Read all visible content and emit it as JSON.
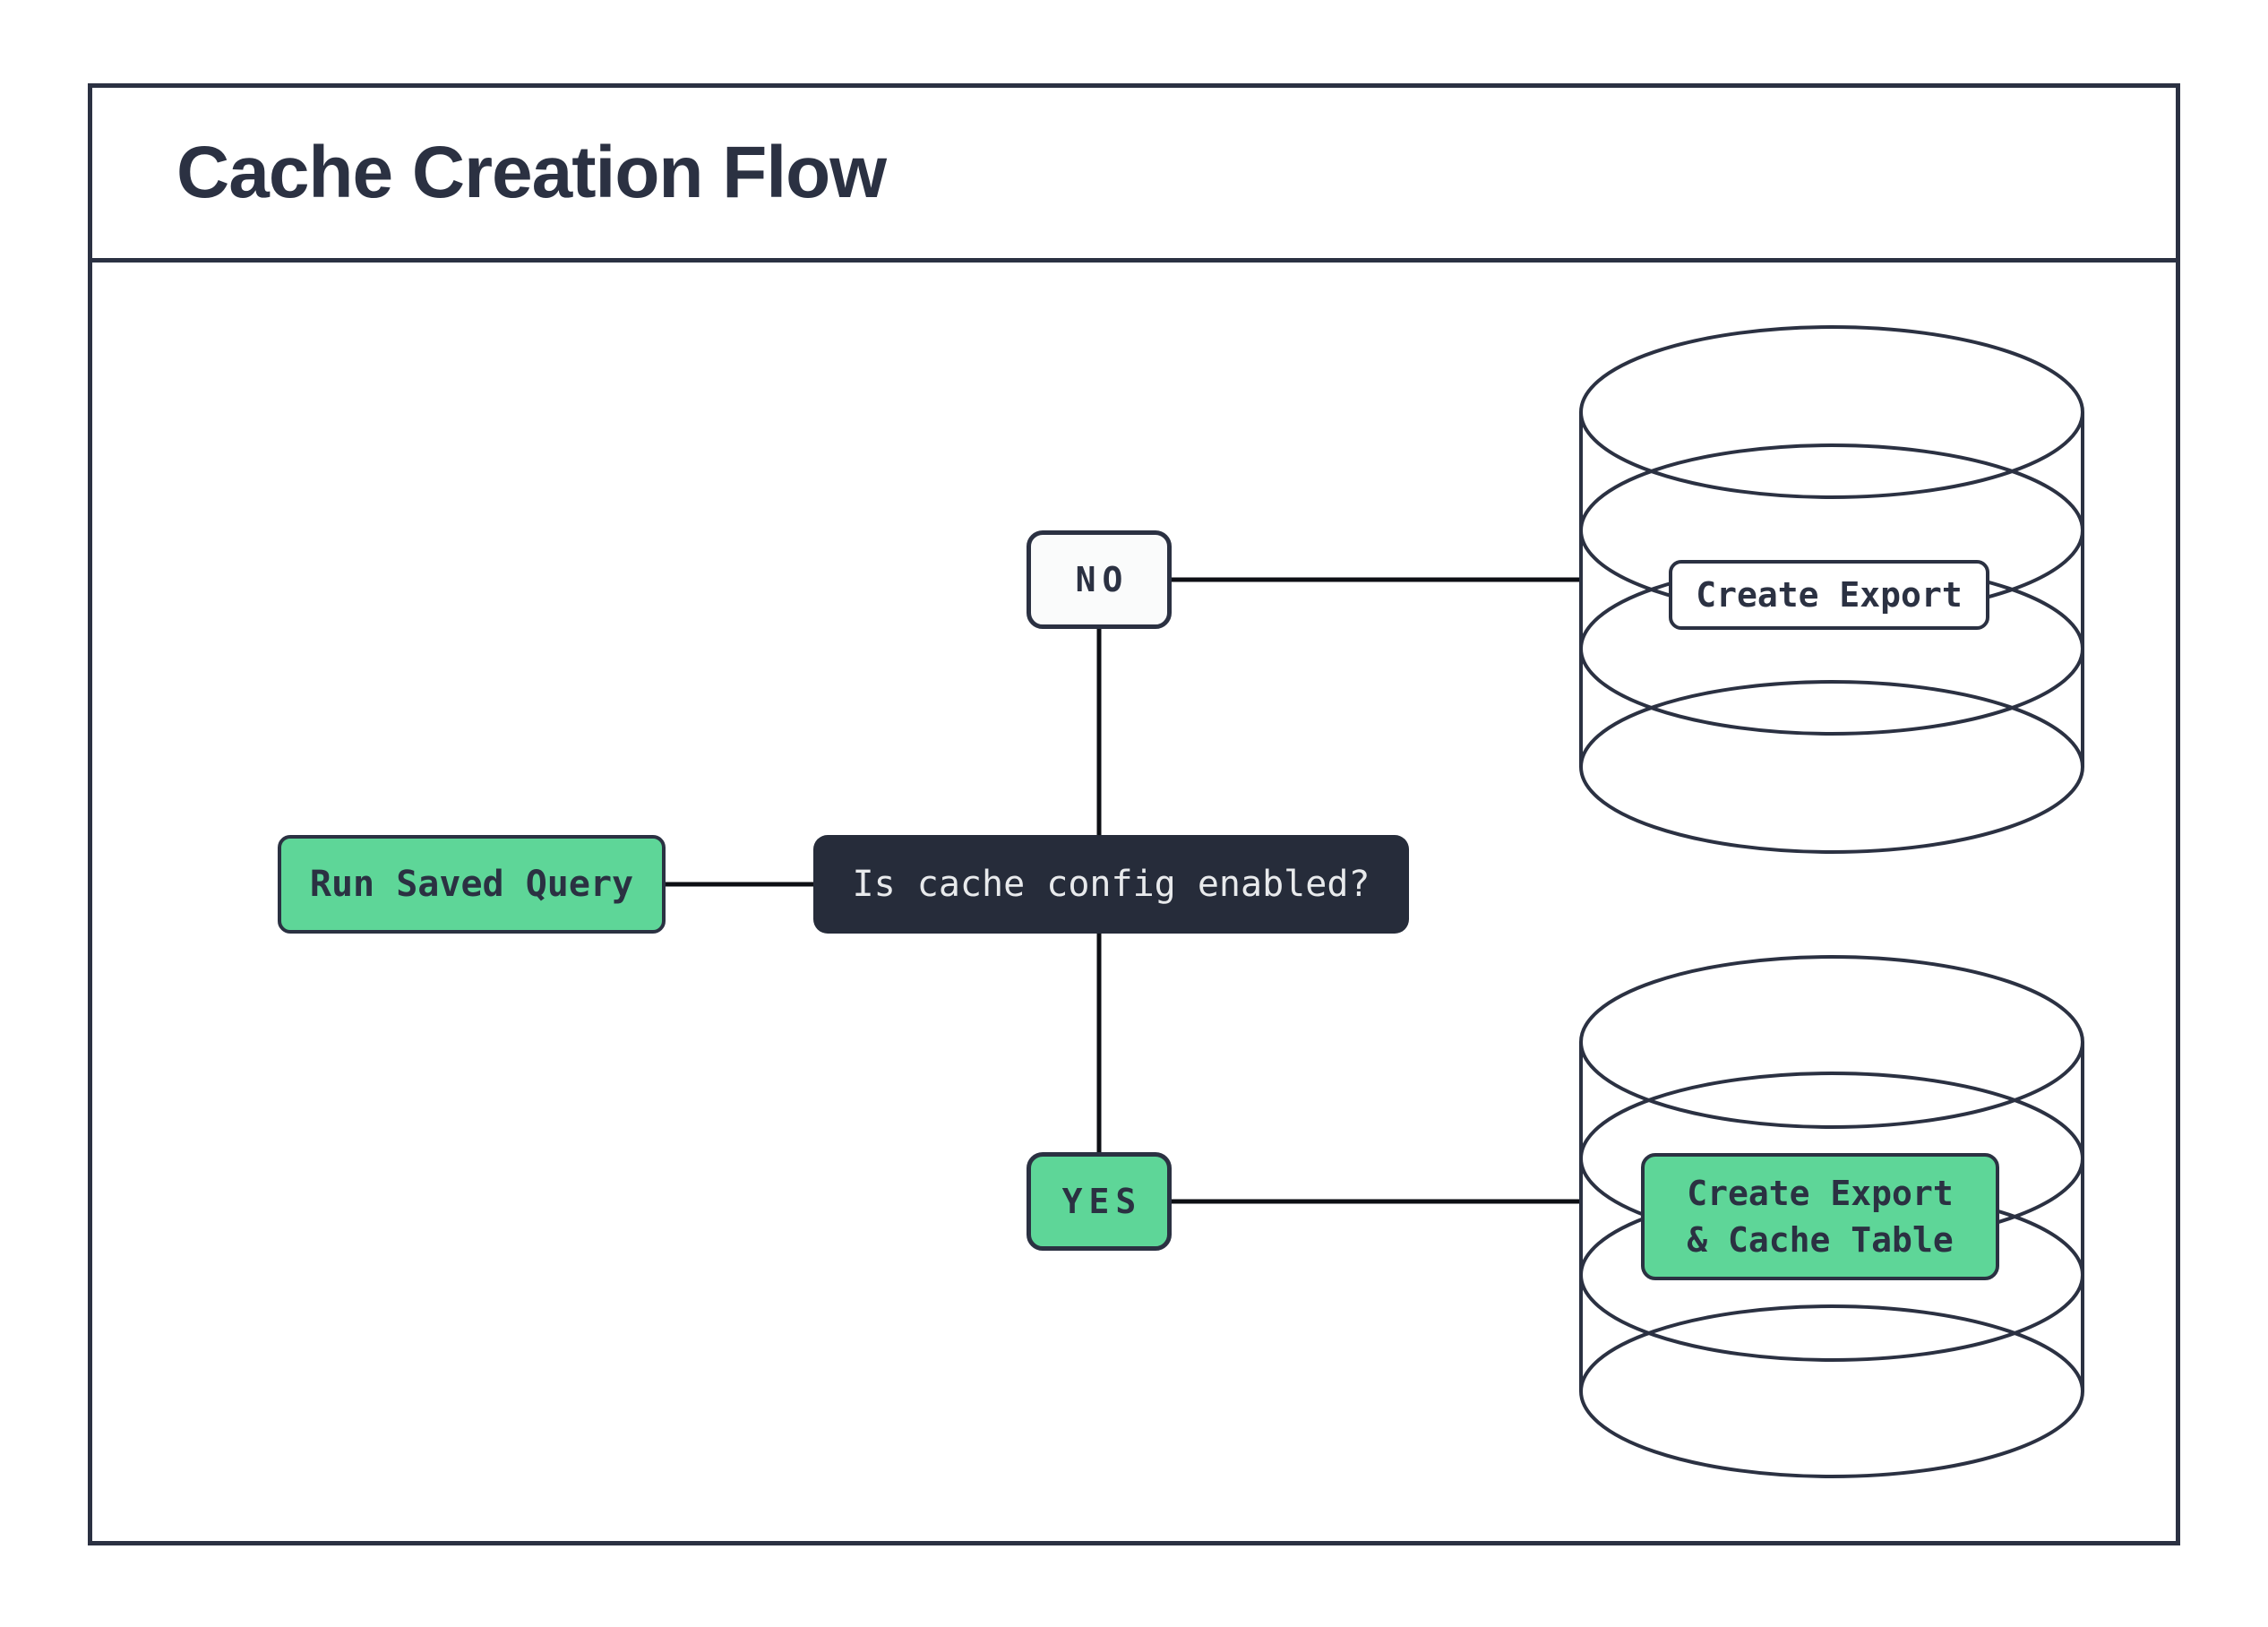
{
  "title": "Cache Creation Flow",
  "colors": {
    "ink": "#2b3142",
    "connector": "#0d0f14",
    "green": "#5ed698",
    "question_fill": "#262c3a",
    "node_fill": "#fafbfb",
    "light_text": "#e8eaec",
    "background": "#ffffff"
  },
  "nodes": {
    "run_saved_query": {
      "label": "Run Saved Query"
    },
    "question": {
      "label": "Is cache config enabled?"
    },
    "no_branch": {
      "label": "NO"
    },
    "yes_branch": {
      "label": "YES"
    },
    "export_db": {
      "label": "Create Export",
      "icon": "database-cylinder-icon"
    },
    "export_cache_db": {
      "label_line1": "Create Export",
      "label_line2": "& Cache Table",
      "icon": "database-cylinder-icon"
    }
  }
}
